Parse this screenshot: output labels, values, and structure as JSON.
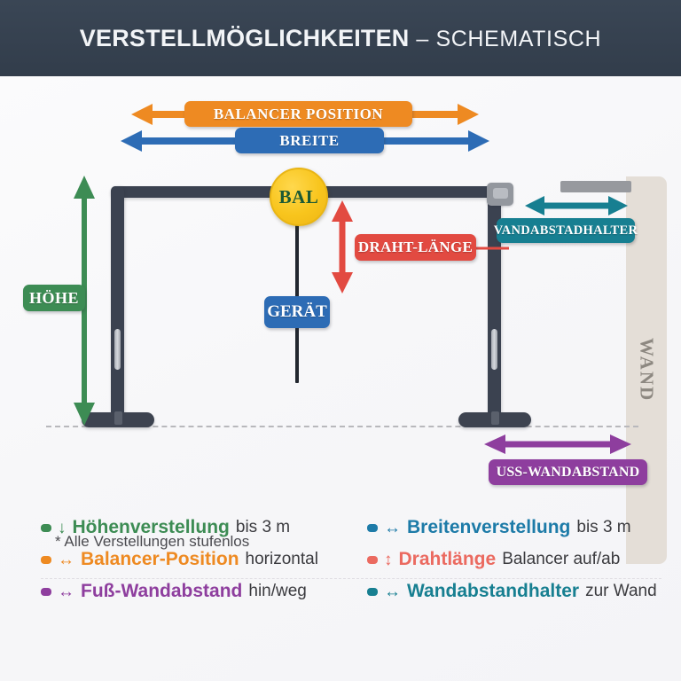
{
  "header": {
    "title_strong": "VERSTELLMÖGLICHKEITEN",
    "title_light": "– SCHEMATISCH"
  },
  "colors": {
    "header_bg": "#323d4b",
    "orange": "#ee8a22",
    "blue": "#2d6cb5",
    "green": "#3d8c54",
    "red": "#e24a41",
    "teal": "#177f91",
    "purple": "#8e3e9e",
    "yellow": "#f8c51d",
    "stand": "#3b4250",
    "wall": "#e4ded7"
  },
  "diagram": {
    "balancer_position_label": "BALANCER POSITION",
    "breite_label": "BREITE",
    "hoehe_label": "HÖHE",
    "bal_label": "BAL",
    "geraet_label": "GERÄT",
    "draht_laenge_label": "DRAHT-LÄNGE",
    "wandabstandhalter_label": "VANDABSTADHALTER",
    "fuss_wandabstand_label": "USS-WANDABSTAND",
    "wand_label": "WAND",
    "footnote": "* Alle Verstellungen stufenlos"
  },
  "legend": {
    "rows": [
      {
        "left": {
          "dot_color": "#3d8c54",
          "arrow": "↓",
          "term": "Höhenverstellung",
          "term_color": "#3d8c54",
          "desc": "bis 3 m"
        },
        "right": {
          "dot_color": "#1d7ba8",
          "arrow": "↔",
          "term": "Breitenverstellung",
          "term_color": "#1d7ba8",
          "desc": "bis 3 m"
        }
      },
      {
        "left": {
          "dot_color": "#ee8a22",
          "arrow": "↔",
          "term": "Balancer-Position",
          "term_color": "#ee8a22",
          "desc": "horizontal"
        },
        "right": {
          "dot_color": "#eb6a60",
          "arrow": "↕",
          "term": "Drahtlänge",
          "term_color": "#eb6a60",
          "desc": "Balancer auf/ab"
        }
      },
      {
        "left": {
          "dot_color": "#8e3e9e",
          "arrow": "↔",
          "term": "Fuß-Wandabstand",
          "term_color": "#8e3e9e",
          "desc": "hin/weg"
        },
        "right": {
          "dot_color": "#177f91",
          "arrow": "↔",
          "term": "Wandabstandhalter",
          "term_color": "#177f91",
          "desc": "zur Wand"
        }
      }
    ]
  }
}
